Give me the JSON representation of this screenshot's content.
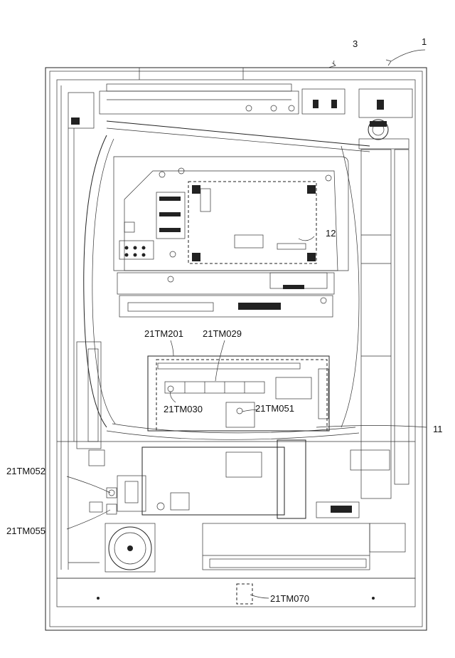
{
  "labels": {
    "ref_1": "1",
    "ref_3": "3",
    "ref_11": "11",
    "ref_12": "12",
    "tm201": "21TM201",
    "tm029": "21TM029",
    "tm030": "21TM030",
    "tm051": "21TM051",
    "tm052": "21TM052",
    "tm055": "21TM055",
    "tm070": "21TM070"
  },
  "colors": {
    "line": "#222222",
    "background": "#ffffff"
  }
}
